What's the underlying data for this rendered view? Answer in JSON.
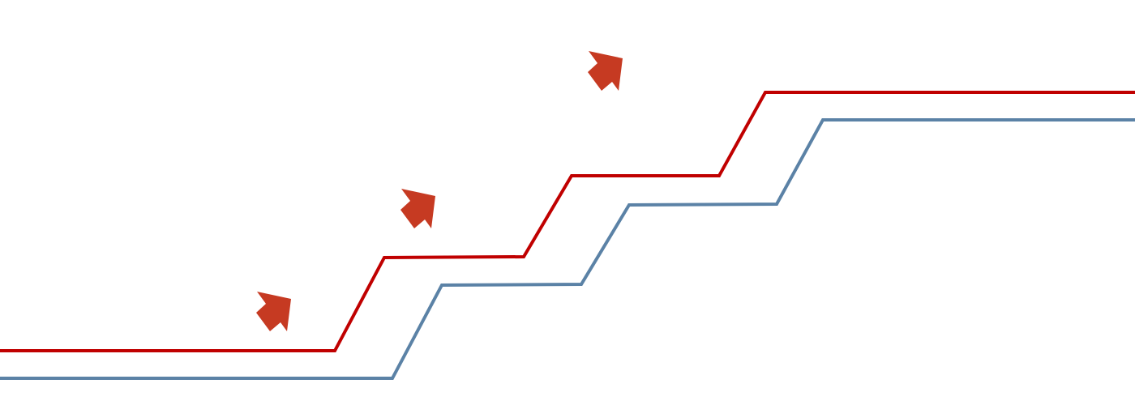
{
  "diagram": {
    "type": "staircase-growth-illustration",
    "lines": [
      {
        "name": "upper-stair-line",
        "color": "#C00000"
      },
      {
        "name": "lower-stair-line",
        "color": "#5B82A6"
      }
    ],
    "arrows": {
      "count": 3,
      "direction": "up-right",
      "color": "#C63A22",
      "icon": "arrow-up-right-icon"
    }
  }
}
